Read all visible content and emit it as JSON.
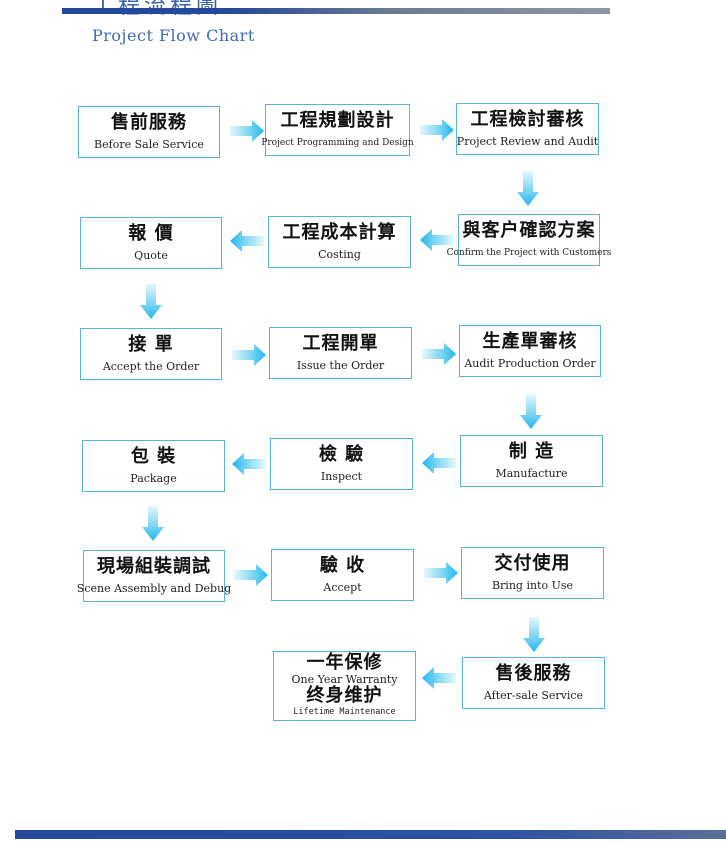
{
  "header": {
    "title": "工程流程圖",
    "subtitle": "Project Flow Chart"
  },
  "nodes": [
    {
      "zh": "售前服務",
      "en": "Before Sale Service"
    },
    {
      "zh": "工程規劃設計",
      "en": "Project Programming and Design"
    },
    {
      "zh": "工程檢討審核",
      "en": "Project Review and Audit"
    },
    {
      "zh": "報 價",
      "en": "Quote"
    },
    {
      "zh": "工程成本計算",
      "en": "Costing"
    },
    {
      "zh": "與客户確認方案",
      "en": "Confirm the Project with Customers"
    },
    {
      "zh": "接 單",
      "en": "Accept the Order"
    },
    {
      "zh": "工程開單",
      "en": "Issue the Order"
    },
    {
      "zh": "生產單審核",
      "en": "Audit Production Order"
    },
    {
      "zh": "包 裝",
      "en": "Package"
    },
    {
      "zh": "檢 驗",
      "en": "Inspect"
    },
    {
      "zh": "制 造",
      "en": "Manufacture"
    },
    {
      "zh": "現場組裝調試",
      "en": "Scene Assembly and Debug"
    },
    {
      "zh": "驗 收",
      "en": "Accept"
    },
    {
      "zh": "交付使用",
      "en": "Bring into Use"
    },
    {
      "zh": "一年保修",
      "en": "One Year Warranty",
      "zh2": "终身维护",
      "en2": "Lifetime Maintenance"
    },
    {
      "zh": "售後服務",
      "en": "After-sale Service"
    }
  ],
  "colors": {
    "node_border": "#58b4dc",
    "arrow": "#3cc0ee",
    "header_bar": "#24489a",
    "subtitle": "#3d6bb5"
  }
}
